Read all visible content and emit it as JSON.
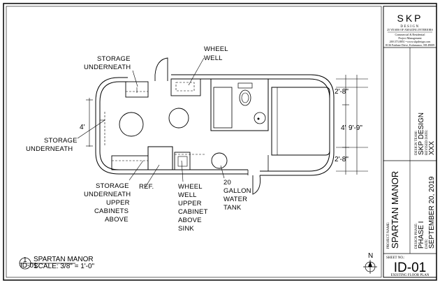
{
  "plan": {
    "labels": {
      "storage_top_1": "STORAGE",
      "storage_top_2": "UNDERNEATH",
      "wheel_well_top_1": "WHEEL",
      "wheel_well_top_2": "WELL",
      "storage_left_1": "STORAGE",
      "storage_left_2": "UNDERNEATH",
      "storage_bottom_1": "STORAGE",
      "storage_bottom_2": "UNDERNEATH",
      "storage_bottom_3": "UPPER",
      "storage_bottom_4": "CABINETS",
      "storage_bottom_5": "ABOVE",
      "ref": "REF.",
      "wheel_well_bottom_1": "WHEEL",
      "wheel_well_bottom_2": "WELL",
      "wheel_well_bottom_3": "UPPER",
      "wheel_well_bottom_4": "CABINET",
      "wheel_well_bottom_5": "ABOVE",
      "wheel_well_bottom_6": "SINK",
      "tank_1": "20",
      "tank_2": "GALLON",
      "tank_3": "WATER",
      "tank_4": "TANK"
    },
    "dimensions": {
      "left_width": "4'",
      "top_right": "2'-8\"",
      "mid_inner": "4'",
      "mid_overall": "9'-9\"",
      "bottom_right": "2'-8\""
    },
    "caption": {
      "number": "1",
      "sheet_ref": "ID-01",
      "title": "SPARTAN MANOR",
      "scale": "SCALE: 3/8\" = 1'-0\""
    },
    "north": "N"
  },
  "title_block": {
    "logo": "SKP",
    "logo_sub": "DESIGN",
    "tagline": "25 YEARS OF AMAZING INTERIORS",
    "company_lines": [
      "Commercial & Residential",
      "Project Management",
      "269.373.8851 • www.skpdesign.com",
      "8136 Fairlane Drive, Kalamazoo, MI 49009"
    ],
    "design_team_label": "DESIGN TEAM:",
    "design_team": "SKP DESIGN",
    "revised_label": "REVISED DATE:",
    "revised": "XXX",
    "project_name_label": "PROJECT NAME:",
    "project_name": "SPARTAN MANOR",
    "design_phase_label": "DESIGN PHASE:",
    "design_phase": "PHASE I",
    "date_label": "DATE:",
    "date": "SEPTEMBER 20, 2019",
    "sheet_no_label": "SHEET NO.:",
    "sheet_no": "ID-01",
    "sheet_title": "EXISTING FLOOR PLAN"
  }
}
